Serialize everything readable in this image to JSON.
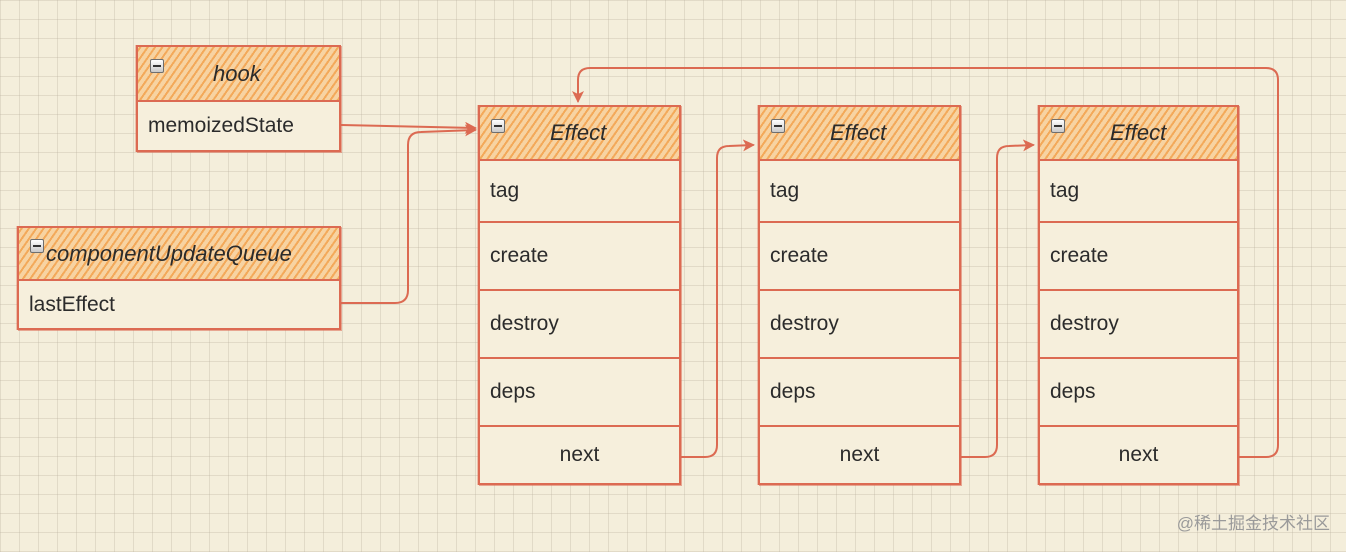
{
  "hook": {
    "title": "hook",
    "fields": [
      "memoizedState"
    ]
  },
  "queue": {
    "title": "componentUpdateQueue",
    "fields": [
      "lastEffect"
    ]
  },
  "effects": [
    {
      "title": "Effect",
      "fields": [
        "tag",
        "create",
        "destroy",
        "deps",
        "next"
      ]
    },
    {
      "title": "Effect",
      "fields": [
        "tag",
        "create",
        "destroy",
        "deps",
        "next"
      ]
    },
    {
      "title": "Effect",
      "fields": [
        "tag",
        "create",
        "destroy",
        "deps",
        "next"
      ]
    }
  ],
  "watermark": "@稀土掘金技术社区",
  "colors": {
    "stroke": "#dc6a52",
    "hatch": "#f3a95a",
    "background": "#f4eedb"
  },
  "icons": {
    "collapse": "minus-square-icon"
  }
}
